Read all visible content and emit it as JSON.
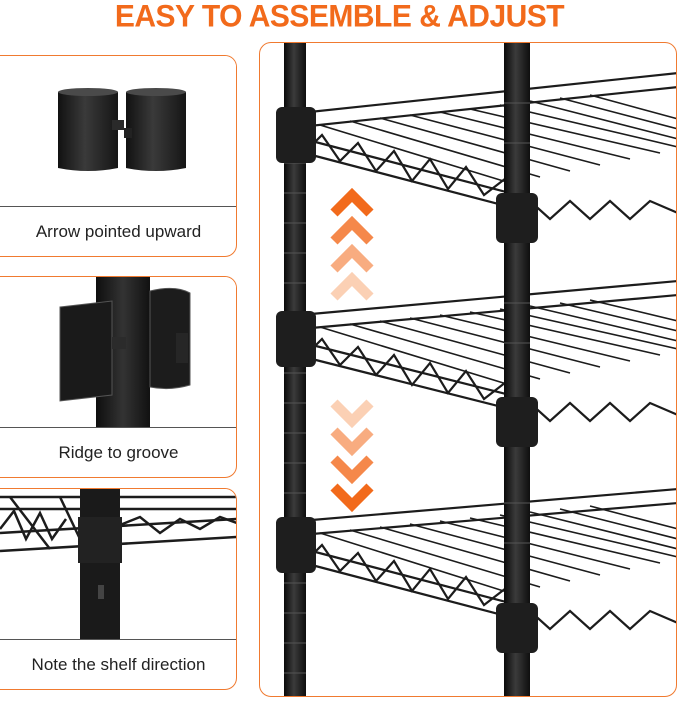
{
  "header": {
    "title": "EASY TO ASSEMBLE & ADJUST"
  },
  "cards": [
    {
      "caption": "Arrow pointed upward",
      "icon": "sleeve-clip-icon"
    },
    {
      "caption": "Ridge to groove",
      "icon": "clip-on-pole-icon"
    },
    {
      "caption": "Note the shelf direction",
      "icon": "shelf-corner-icon"
    }
  ],
  "colors": {
    "accent": "#f26a1b",
    "frame": "#1c1c1c",
    "border": "#f07a30"
  }
}
